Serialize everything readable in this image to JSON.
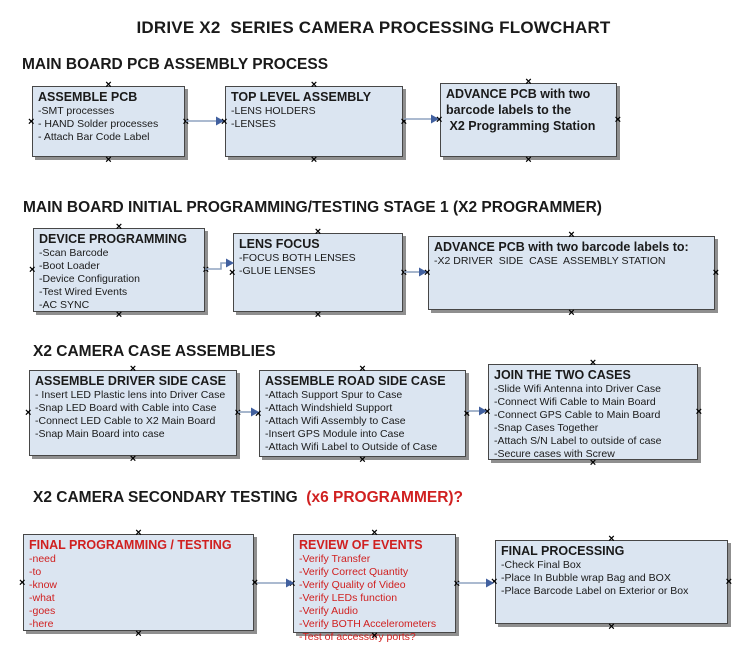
{
  "title": "IDRIVE X2  SERIES CAMERA PROCESSING FLOWCHART",
  "handle_glyph": "×",
  "colors": {
    "box_fill": "#dbe5f1",
    "box_border": "#474747",
    "shadow": "#8f8f8f",
    "arrow_line": "#8fa3c0",
    "arrow_head": "#41609f",
    "red_text": "#d02020",
    "black_text": "#1a1a1a"
  },
  "sections": [
    {
      "heading": "MAIN BOARD PCB ASSEMBLY PROCESS",
      "boxes": [
        {
          "title": "ASSEMBLE PCB",
          "items": [
            "-SMT processes",
            "- HAND Solder processes",
            "- Attach Bar Code Label"
          ]
        },
        {
          "title": "TOP LEVEL ASSEMBLY",
          "items": [
            "-LENS HOLDERS",
            "-LENSES"
          ]
        },
        {
          "title": "ADVANCE PCB with two barcode labels to the\n X2 Programming Station",
          "items": []
        }
      ]
    },
    {
      "heading": "MAIN BOARD INITIAL PROGRAMMING/TESTING STAGE 1 (X2 PROGRAMMER)",
      "boxes": [
        {
          "title": "DEVICE PROGRAMMING",
          "items": [
            "-Scan Barcode",
            "-Boot Loader",
            "-Device Configuration",
            "-Test Wired Events",
            "-AC SYNC"
          ]
        },
        {
          "title": "LENS FOCUS",
          "items": [
            "-FOCUS BOTH LENSES",
            "-GLUE LENSES"
          ]
        },
        {
          "title": "ADVANCE PCB with two barcode labels to:",
          "items": [
            "-X2 DRIVER  SIDE  CASE  ASSEMBLY STATION"
          ]
        }
      ]
    },
    {
      "heading": "X2 CAMERA CASE ASSEMBLIES",
      "boxes": [
        {
          "title": "ASSEMBLE DRIVER SIDE CASE",
          "items": [
            "- Insert LED Plastic lens into Driver Case",
            "-Snap LED Board with Cable into Case",
            "-Connect LED Cable to X2 Main Board",
            "-Snap Main Board into case"
          ]
        },
        {
          "title": "ASSEMBLE ROAD SIDE CASE",
          "items": [
            "-Attach Support Spur to Case",
            "-Attach Windshield Support",
            "-Attach Wifi Assembly to Case",
            "-Insert GPS Module into Case",
            "-Attach Wifi Label to Outside of Case"
          ]
        },
        {
          "title": "JOIN THE TWO CASES",
          "items": [
            "-Slide Wifi Antenna into Driver Case",
            "-Connect Wifi Cable to Main Board",
            "-Connect GPS Cable to Main Board",
            "-Snap Cases Together",
            "-Attach S/N Label to outside of case",
            "-Secure cases with Screw"
          ]
        }
      ]
    },
    {
      "heading": "X2 CAMERA SECONDARY TESTING  ",
      "heading_red": "(x6 PROGRAMMER)?",
      "boxes": [
        {
          "title": "FINAL PROGRAMMING / TESTING",
          "items": [
            "-need",
            "-to",
            "-know",
            "-what",
            "-goes",
            "-here"
          ]
        },
        {
          "title": "REVIEW OF EVENTS",
          "items": [
            "-Verify Transfer",
            "-Verify Correct Quantity",
            "-Verify Quality of Video",
            "-Verify LEDs function",
            "-Verify Audio",
            "-Verify BOTH Accelerometers",
            "-Test of accessory ports?"
          ]
        },
        {
          "title": "FINAL PROCESSING",
          "items": [
            "-Check Final Box",
            "-Place In Bubble wrap Bag and BOX",
            "-Place Barcode Label on Exterior or Box"
          ]
        }
      ]
    }
  ]
}
